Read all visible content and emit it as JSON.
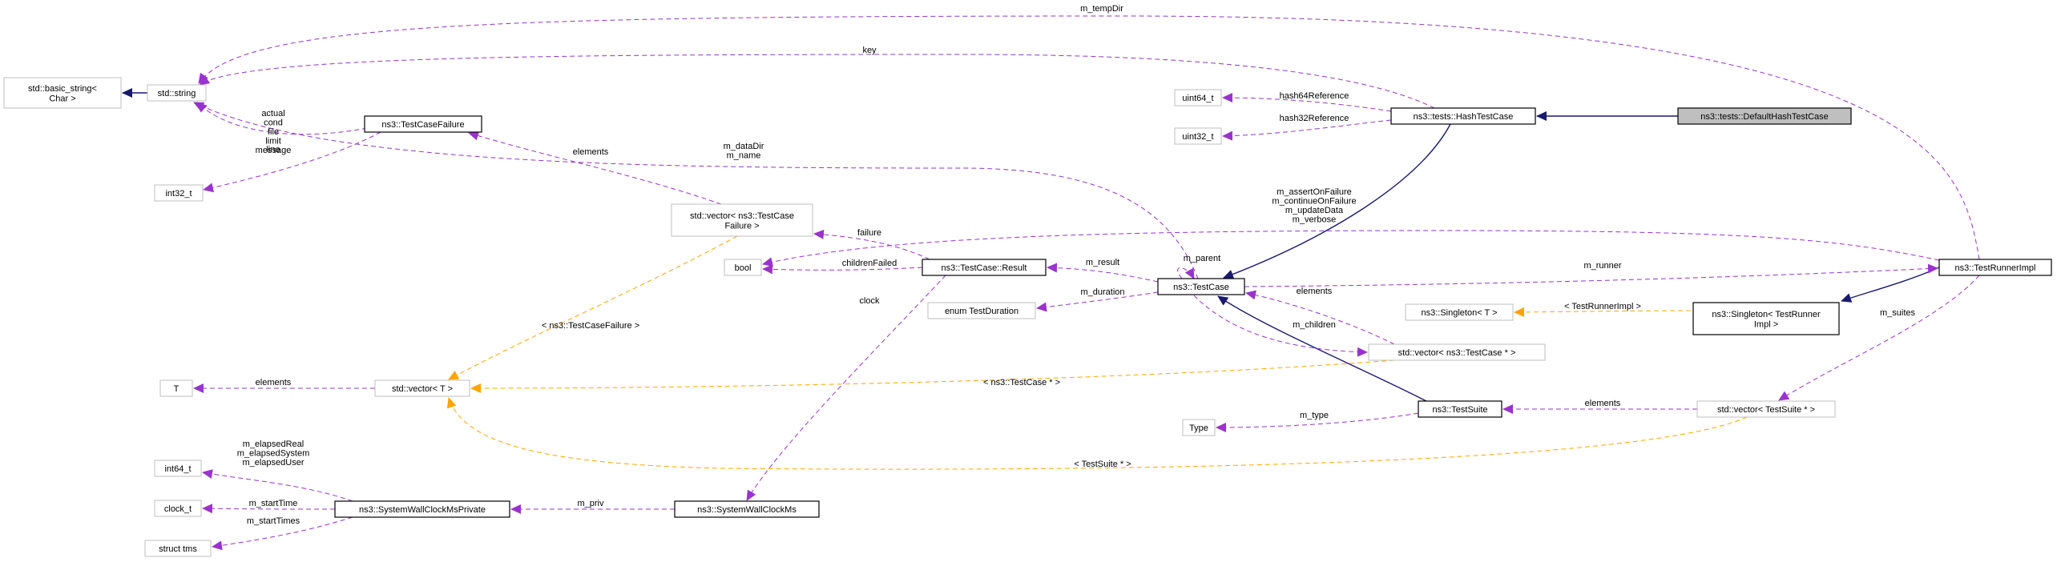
{
  "colors": {
    "inheritance": "#191970",
    "usage": "#9a32cd",
    "template": "#ffa500",
    "box_border_strong": "#000000",
    "box_border_weak": "#bfbfbf",
    "focus_fill": "#bfbfbf",
    "text": "#000000"
  },
  "nodes": {
    "basic_string": [
      "std::basic_string<",
      "Char >"
    ],
    "std_string": [
      "std::string"
    ],
    "testcasefailure": [
      "ns3::TestCaseFailure"
    ],
    "int32": [
      "int32_t"
    ],
    "uint64": [
      "uint64_t"
    ],
    "uint32": [
      "uint32_t"
    ],
    "hashtestcase": [
      "ns3::tests::HashTestCase"
    ],
    "defaulthash": [
      "ns3::tests::DefaultHashTestCase"
    ],
    "vector_failure": [
      "std::vector< ns3::TestCase",
      "Failure >"
    ],
    "bool": [
      "bool"
    ],
    "result": [
      "ns3::TestCase::Result"
    ],
    "enum_duration": [
      "enum TestDuration"
    ],
    "testcase": [
      "ns3::TestCase"
    ],
    "testrunnerimpl": [
      "ns3::TestRunnerImpl"
    ],
    "singleton_t": [
      "ns3::Singleton< T >"
    ],
    "singleton_runner": [
      "ns3::Singleton< TestRunner",
      "Impl >"
    ],
    "vector_testcase": [
      "std::vector< ns3::TestCase * >"
    ],
    "t": [
      "T"
    ],
    "vector_t": [
      "std::vector< T >"
    ],
    "type": [
      "Type"
    ],
    "testsuite": [
      "ns3::TestSuite"
    ],
    "vector_suite": [
      "std::vector< TestSuite * >"
    ],
    "int64": [
      "int64_t"
    ],
    "clock_t": [
      "clock_t"
    ],
    "struct_tms": [
      "struct tms"
    ],
    "swcmp": [
      "ns3::SystemWallClockMsPrivate"
    ],
    "swcm": [
      "ns3::SystemWallClockMs"
    ]
  },
  "edge_labels": {
    "m_tempDir": [
      "m_tempDir"
    ],
    "key": [
      "key"
    ],
    "failure_fields": [
      "actual",
      "cond",
      "file",
      "limit",
      "message"
    ],
    "line": [
      "line"
    ],
    "hash64Reference": [
      "hash64Reference"
    ],
    "hash32Reference": [
      "hash32Reference"
    ],
    "data_name": [
      "m_dataDir",
      "m_name"
    ],
    "elements_failure": [
      "elements"
    ],
    "flags": [
      "m_assertOnFailure",
      "m_continueOnFailure",
      "m_updateData",
      "m_verbose"
    ],
    "failure": [
      "failure"
    ],
    "childrenFailed": [
      "childrenFailed"
    ],
    "m_parent": [
      "m_parent"
    ],
    "m_result": [
      "m_result"
    ],
    "m_runner": [
      "m_runner"
    ],
    "m_duration": [
      "m_duration"
    ],
    "clock": [
      "clock"
    ],
    "elements_tc": [
      "elements"
    ],
    "m_children": [
      "m_children"
    ],
    "tpl_runner": [
      "< TestRunnerImpl >"
    ],
    "m_suites": [
      "m_suites"
    ],
    "tpl_failure": [
      "< ns3::TestCaseFailure >"
    ],
    "elements_t": [
      "elements"
    ],
    "tpl_testcase": [
      "< ns3::TestCase * >"
    ],
    "m_type": [
      "m_type"
    ],
    "elements_suite": [
      "elements"
    ],
    "tpl_suite": [
      "< TestSuite * >"
    ],
    "elapsed": [
      "m_elapsedReal",
      "m_elapsedSystem",
      "m_elapsedUser"
    ],
    "m_startTime": [
      "m_startTime"
    ],
    "m_startTimes": [
      "m_startTimes"
    ],
    "m_priv": [
      "m_priv"
    ]
  }
}
